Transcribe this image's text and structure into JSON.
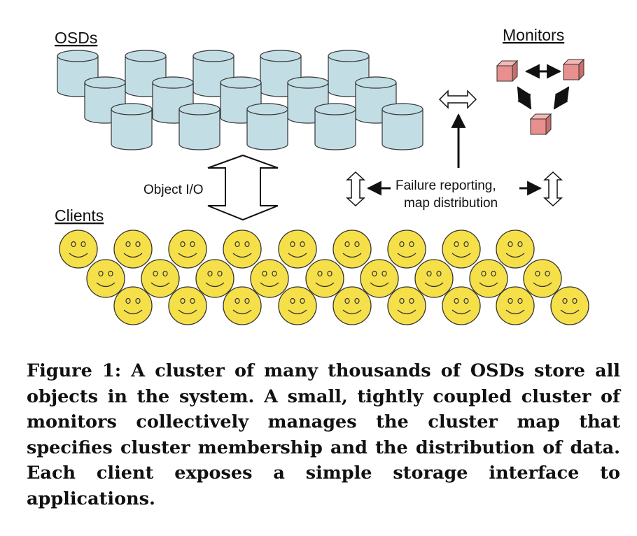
{
  "labels": {
    "osds": "OSDs",
    "monitors": "Monitors",
    "clients": "Clients",
    "object_io": "Object I/O",
    "failure_line1": "Failure reporting,",
    "failure_line2": "map distribution"
  },
  "caption": "Figure 1: A cluster of many thousands of OSDs store all objects in the system. A small, tightly coupled cluster of monitors collectively manages the cluster map that specifies cluster membership and the distribution of data. Each client exposes a simple storage interface to applications.",
  "colors": {
    "osd_fill": "#c3dde4",
    "monitor_front": "#e8908f",
    "monitor_top": "#f4b8b6",
    "monitor_side": "#c86e6c",
    "client_face": "#f6e04a"
  },
  "icons": {
    "osd": "cylinder-disk-icon",
    "monitor": "cube-icon",
    "client": "smiley-face-icon"
  }
}
